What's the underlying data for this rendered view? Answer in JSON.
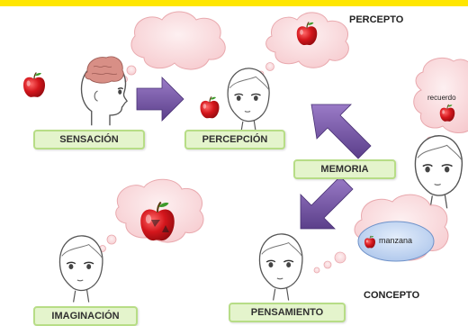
{
  "labels": {
    "sensacion": "SENSACIÓN",
    "percepcion": "PERCEPCIÓN",
    "memoria": "MEMORIA",
    "imaginacion": "IMAGINACIÓN",
    "pensamiento": "PENSAMIENTO"
  },
  "headings": {
    "percepto": "PERCEPTO",
    "concepto": "CONCEPTO"
  },
  "bubbles": {
    "recuerdo": "recuerdo",
    "manzana": "manzana"
  },
  "colors": {
    "top_bar": "#ffe600",
    "label_fill": "#e4f4cc",
    "label_border": "#b7dd86",
    "thought_bubble": "#fbe1e3",
    "arrow": "#7b5aa6",
    "apple": "#d4161c",
    "concept_ellipse": "#c9dbf4"
  },
  "icons": [
    "apple-icon",
    "brain-icon",
    "arrow-right",
    "arrow-up-left",
    "arrow-down-left"
  ]
}
